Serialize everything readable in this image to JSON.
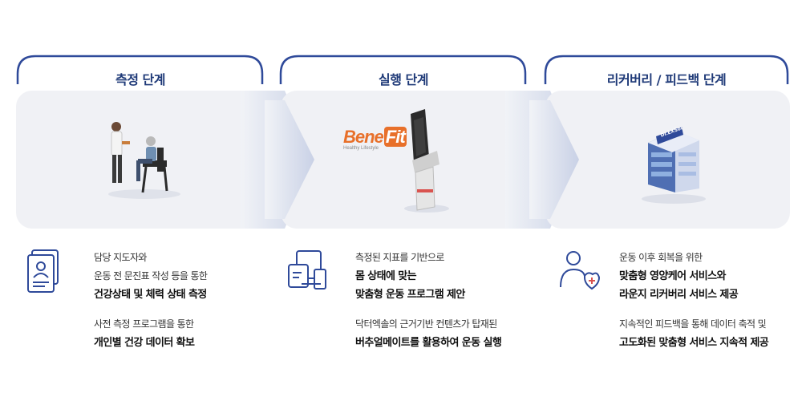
{
  "stages": [
    {
      "title": "측정 단계",
      "description": {
        "block1_normal": [
          "담당 지도자와",
          "운동 전 문진표 작성 등을 통한"
        ],
        "block1_bold": [
          "건강상태 및 체력 상태 측정"
        ],
        "block2_normal": [
          "사전 측정 프로그램을 통한"
        ],
        "block2_bold": [
          "개인별 건강 데이터 확보"
        ]
      },
      "icon": "document-profile-icon"
    },
    {
      "title": "실행 단계",
      "logo": {
        "text": "Bene",
        "highlight": "Fit",
        "tagline": "Healthy Lifestyle"
      },
      "description": {
        "block1_normal": [
          "측정된 지표를 기반으로"
        ],
        "block1_bold": [
          "몸 상태에 맞는",
          "맞춤형 운동 프로그램 제안"
        ],
        "block2_normal": [
          "닥터엑솔의 근거기반 컨텐츠가 탑재된"
        ],
        "block2_bold": [
          "버추얼메이트를 활용하여 운동 실행"
        ]
      },
      "icon": "devices-icon"
    },
    {
      "title": "리커버리 / 피드백 단계",
      "building_sign": "Dr.EXSol",
      "description": {
        "block1_normal": [
          "운동 이후 회복을 위한"
        ],
        "block1_bold": [
          "맞춤형 영양케어 서비스와",
          "라운지 리커버리 서비스 제공"
        ],
        "block2_normal": [
          "지속적인 피드백을 통해 데이터 축적 및"
        ],
        "block2_bold": [
          "고도화된 맞춤형 서비스 지속적 제공"
        ]
      },
      "icon": "care-person-icon"
    }
  ],
  "colors": {
    "accent": "#2f4a9a",
    "panel": "#eef0f5",
    "logo_orange": "#e8702a"
  }
}
